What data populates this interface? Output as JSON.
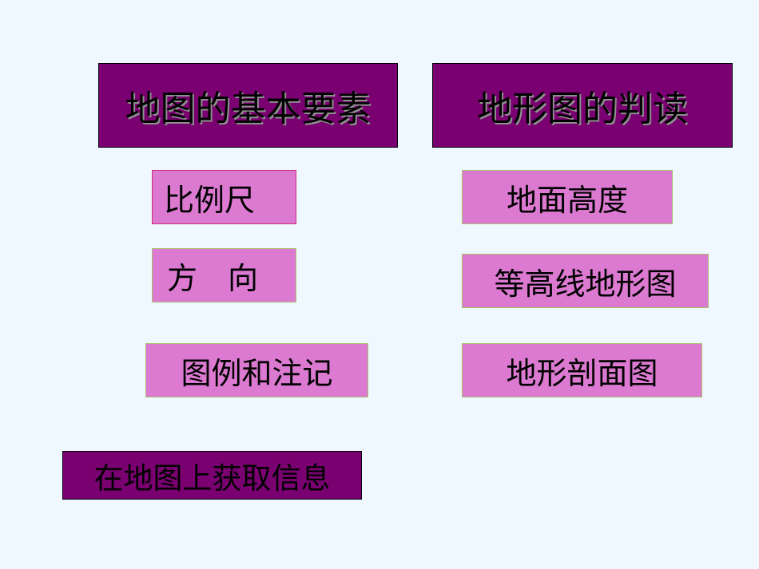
{
  "slide": {
    "left_title": "地图的基本要素",
    "right_title": "地形图的判读",
    "left_items": [
      "比例尺",
      "方　向",
      "图例和注记"
    ],
    "right_items": [
      "地面高度",
      "等高线地形图",
      "地形剖面图"
    ],
    "bottom_label": "在地图上获取信息"
  },
  "colors": {
    "background": "#f0f8ff",
    "title_fill": "#7a0072",
    "item_fill": "#dc7ad2"
  }
}
